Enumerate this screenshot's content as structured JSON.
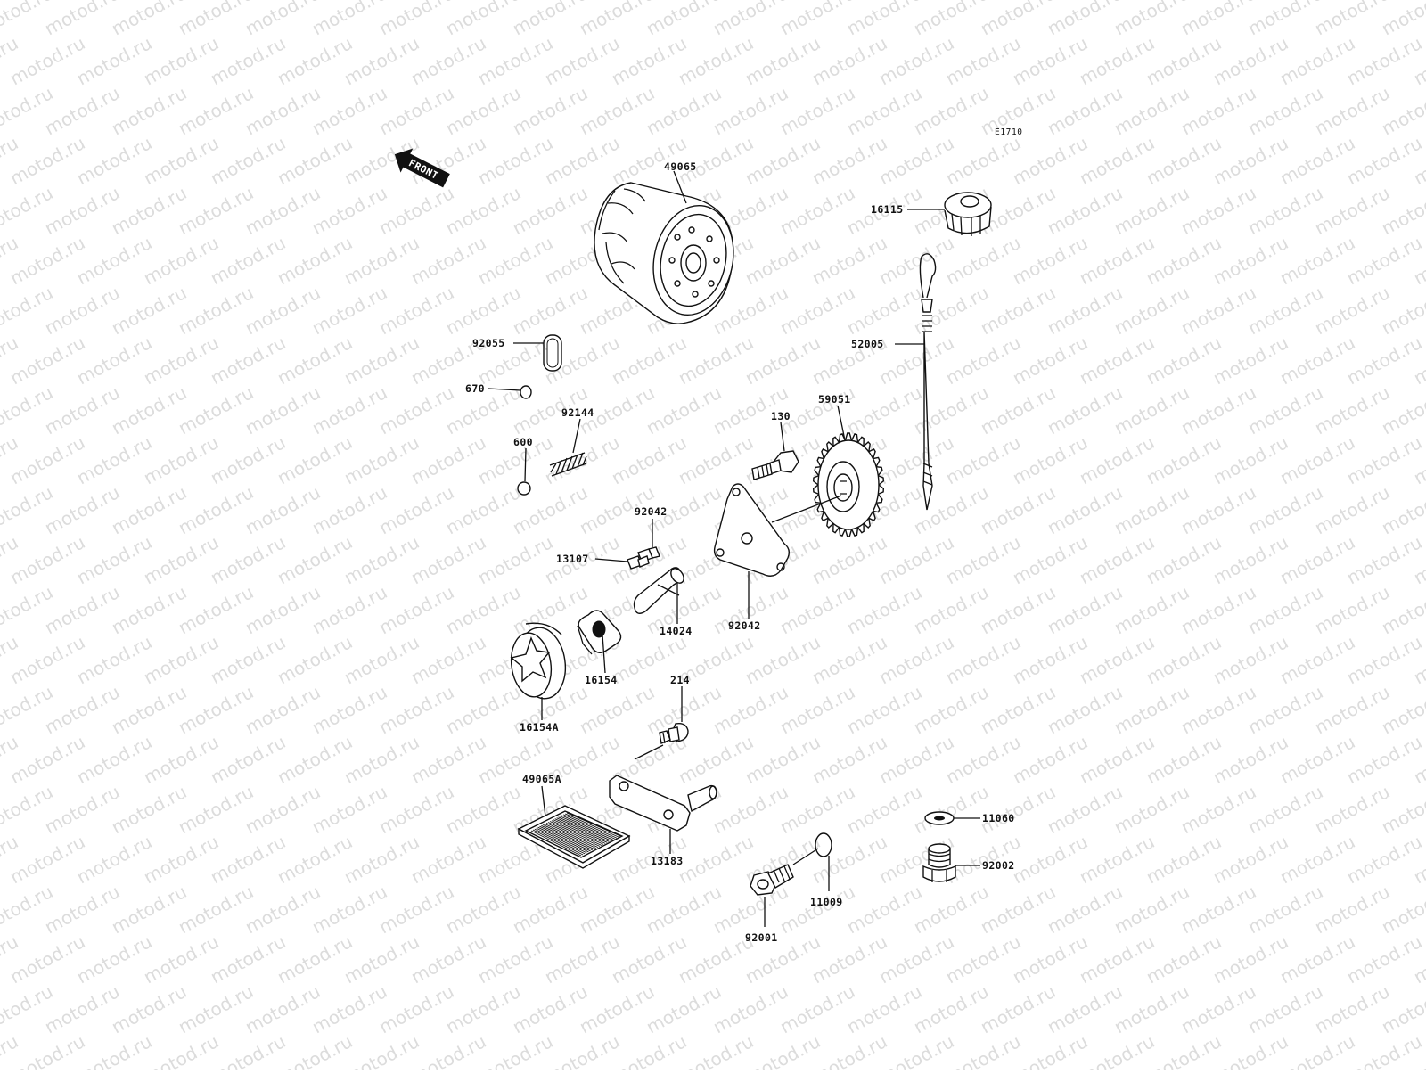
{
  "diagram": {
    "watermark": "motod.ru",
    "code": "E1710",
    "front_label": "FRONT",
    "parts": [
      {
        "id": "oil-filter",
        "label": "49065"
      },
      {
        "id": "oil-filler-cap",
        "label": "16115"
      },
      {
        "id": "oring-large",
        "label": "92055"
      },
      {
        "id": "oring-small",
        "label": "670"
      },
      {
        "id": "spring",
        "label": "92144"
      },
      {
        "id": "ball",
        "label": "600"
      },
      {
        "id": "dipstick",
        "label": "52005"
      },
      {
        "id": "bolt-130",
        "label": "130"
      },
      {
        "id": "gear",
        "label": "59051"
      },
      {
        "id": "pin-upper",
        "label": "92042"
      },
      {
        "id": "pin-lower",
        "label": "92042"
      },
      {
        "id": "pump-shaft",
        "label": "13107"
      },
      {
        "id": "pump-cover",
        "label": "14024"
      },
      {
        "id": "inner-rotor",
        "label": "16154"
      },
      {
        "id": "outer-rotor",
        "label": "16154A"
      },
      {
        "id": "screw-214",
        "label": "214"
      },
      {
        "id": "oil-screen",
        "label": "49065A"
      },
      {
        "id": "plate-13183",
        "label": "13183"
      },
      {
        "id": "washer-11060",
        "label": "11060"
      },
      {
        "id": "plug-92002",
        "label": "92002"
      },
      {
        "id": "gasket-11009",
        "label": "11009"
      },
      {
        "id": "drain-bolt",
        "label": "92001"
      }
    ]
  }
}
